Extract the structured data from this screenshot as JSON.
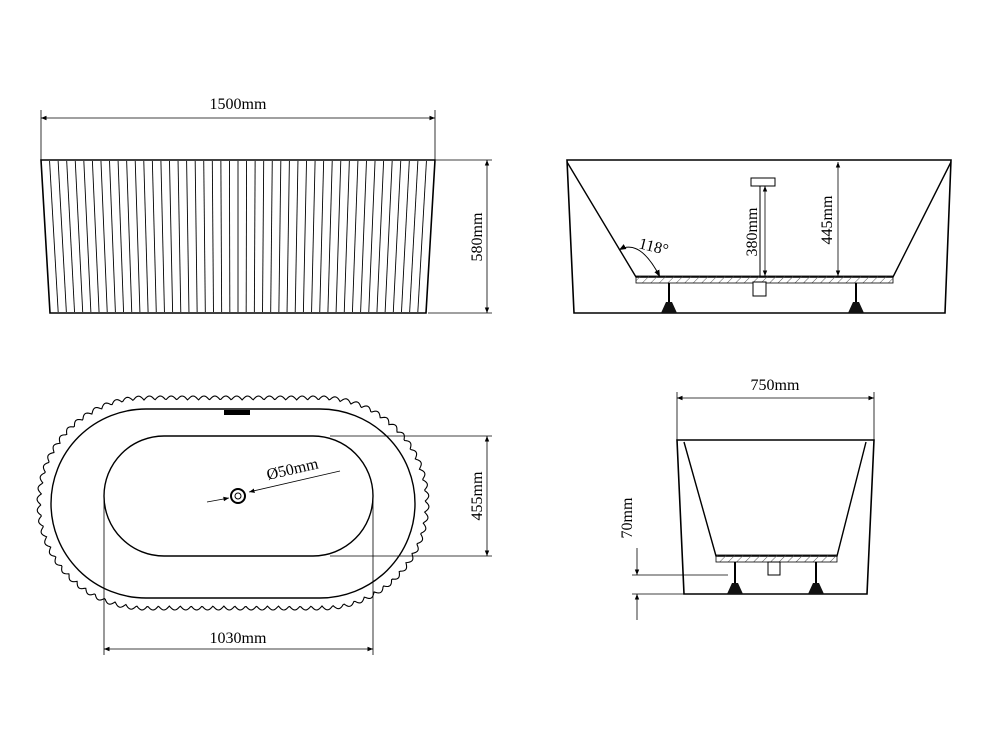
{
  "front_view": {
    "width_label": "1500mm",
    "height_label": "580mm"
  },
  "side_section": {
    "angle_label": "118°",
    "drain_height_label": "380mm",
    "depth_label": "445mm"
  },
  "top_view": {
    "drain_label": "Ø50mm",
    "inner_width_label": "455mm",
    "inner_length_label": "1030mm"
  },
  "end_view": {
    "width_label": "750mm",
    "foot_label": "70mm"
  },
  "colors": {
    "line": "#000000",
    "background": "#ffffff",
    "hatch": "#555555"
  }
}
